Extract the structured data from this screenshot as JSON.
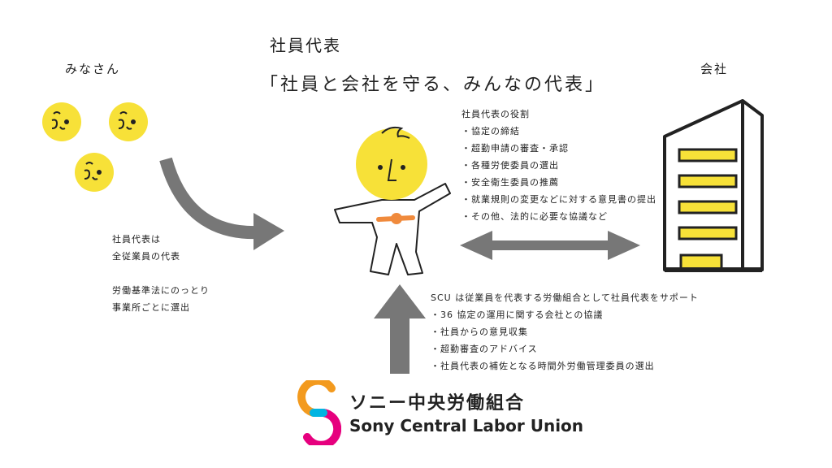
{
  "header": {
    "title": "社員代表",
    "subtitle": "「社員と会社を守る、みんなの代表」"
  },
  "everyone": {
    "label": "みなさん",
    "note_lines": [
      "社員代表は",
      "全従業員の代表",
      "",
      "労働基準法にのっとり",
      "事業所ごとに選出"
    ]
  },
  "company": {
    "label": "会社"
  },
  "roles": {
    "heading": "社員代表の役割",
    "items": [
      "・協定の締結",
      "・超勤申請の審査・承認",
      "・各種労使委員の選出",
      "・安全衛生委員の推薦",
      "・就業規則の変更などに対する意見書の提出",
      "・その他、法的に必要な協議など"
    ]
  },
  "support": {
    "heading": "SCU は従業員を代表する労働組合として社員代表をサポート",
    "items": [
      "・36 協定の運用に関する会社との協議",
      "・社員からの意見収集",
      "・超勤審査のアドバイス",
      "・社員代表の補佐となる時間外労働管理委員の選出"
    ]
  },
  "brand": {
    "name_ja": "ソニー中央労働組合",
    "name_en": "Sony Central Labor Union"
  },
  "colors": {
    "face_yellow": "#f7e138",
    "arrow_gray": "#777777",
    "accent_orange": "#f08a3c",
    "logo_orange": "#f39a1e",
    "logo_pink": "#e6007e",
    "logo_cyan": "#00b5e2"
  }
}
